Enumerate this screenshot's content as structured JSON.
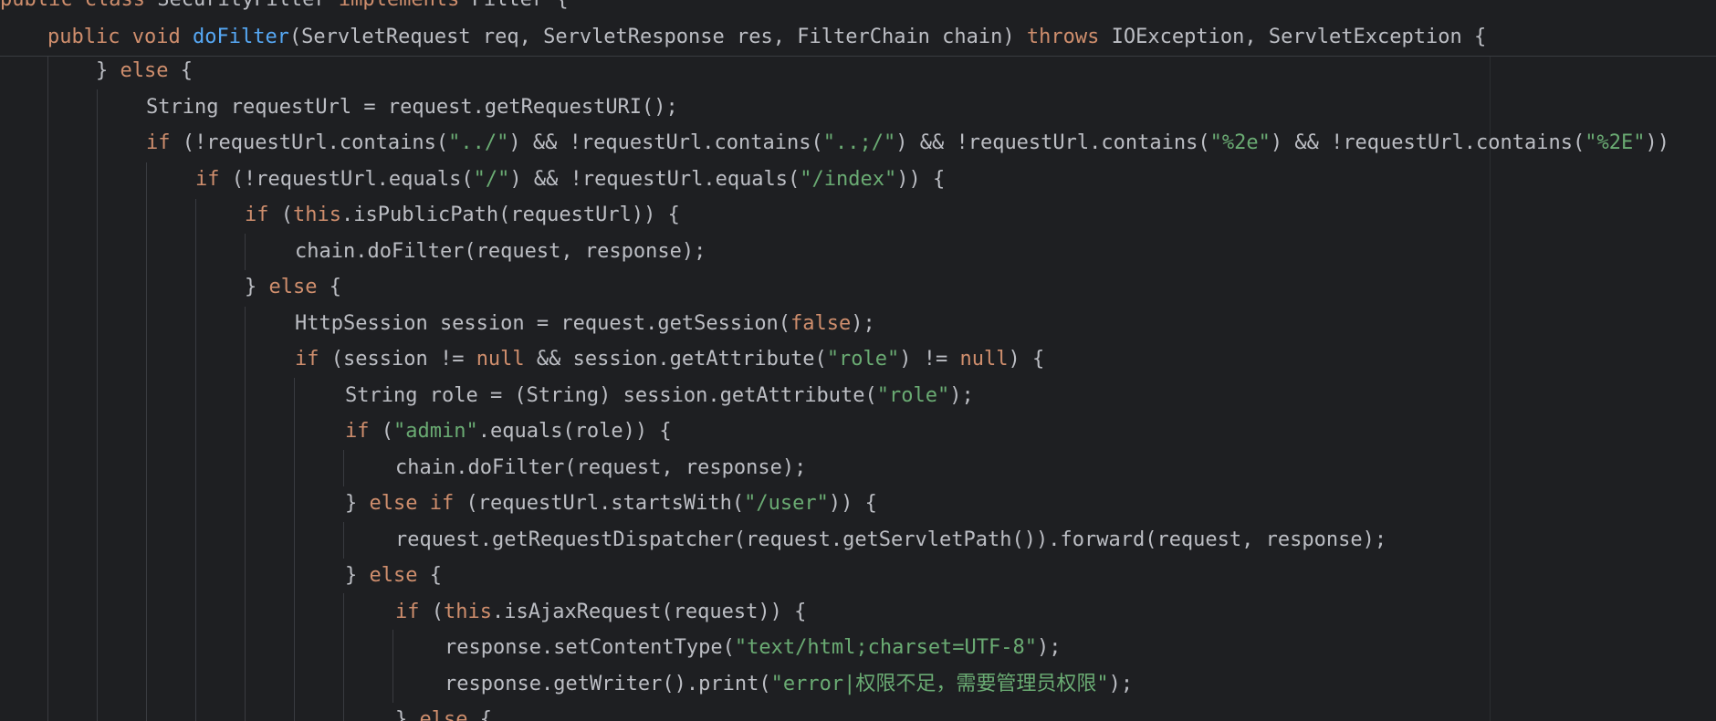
{
  "header": {
    "class_line": {
      "public": "public",
      "class": "class",
      "name": "SecurityFilter",
      "implements": "implements",
      "iface": "Filter {"
    },
    "method_line": {
      "public": "public",
      "void": "void",
      "fn": "doFilter",
      "params": "(ServletRequest req, ServletResponse res, FilterChain chain)",
      "throws": "throws",
      "exceptions": "IOException, ServletException {"
    }
  },
  "code": {
    "l1": {
      "a": "} ",
      "b": "else",
      "c": " {"
    },
    "l2": {
      "a": "String requestUrl = request.getRequestURI();"
    },
    "l3": {
      "a": "if",
      "b": " (!requestUrl.contains(",
      "c": "\"../\"",
      "d": ") && !requestUrl.contains(",
      "e": "\"..;/\"",
      "f": ") && !requestUrl.contains(",
      "g": "\"%2e\"",
      "h": ") && !requestUrl.contains(",
      "i": "\"%2E\"",
      "j": "))"
    },
    "l4": {
      "a": "if",
      "b": " (!requestUrl.equals(",
      "c": "\"/\"",
      "d": ") && !requestUrl.equals(",
      "e": "\"/index\"",
      "f": ")) {"
    },
    "l5": {
      "a": "if",
      "b": " (",
      "c": "this",
      "d": ".isPublicPath(requestUrl)) {"
    },
    "l6": {
      "a": "chain.doFilter(request, response);"
    },
    "l7": {
      "a": "} ",
      "b": "else",
      "c": " {"
    },
    "l8": {
      "a": "HttpSession session = request.getSession(",
      "b": "false",
      "c": ");"
    },
    "l9": {
      "a": "if",
      "b": " (session != ",
      "c": "null",
      "d": " && session.getAttribute(",
      "e": "\"role\"",
      "f": ") != ",
      "g": "null",
      "h": ") {"
    },
    "l10": {
      "a": "String role = (String) session.getAttribute(",
      "b": "\"role\"",
      "c": ");"
    },
    "l11": {
      "a": "if",
      "b": " (",
      "c": "\"admin\"",
      "d": ".equals(role)) {"
    },
    "l12": {
      "a": "chain.doFilter(request, response);"
    },
    "l13": {
      "a": "} ",
      "b": "else",
      "c": " ",
      "d": "if",
      "e": " (requestUrl.startsWith(",
      "f": "\"/user\"",
      "g": ")) {"
    },
    "l14": {
      "a": "request.getRequestDispatcher(request.getServletPath()).forward(request, response);"
    },
    "l15": {
      "a": "} ",
      "b": "else",
      "c": " {"
    },
    "l16": {
      "a": "if",
      "b": " (",
      "c": "this",
      "d": ".isAjaxRequest(request)) {"
    },
    "l17": {
      "a": "response.setContentType(",
      "b": "\"text/html;charset=UTF-8\"",
      "c": ");"
    },
    "l18": {
      "a": "response.getWriter().print(",
      "b": "\"error|权限不足，需要管理员权限\"",
      "c": ");"
    },
    "l19": {
      "a": "} ",
      "b": "else",
      "c": " {"
    }
  },
  "colors": {
    "background": "#1e1f22",
    "keyword": "#cf8e6d",
    "function": "#56a8f5",
    "string": "#6aab73",
    "default_text": "#bcbec4"
  }
}
